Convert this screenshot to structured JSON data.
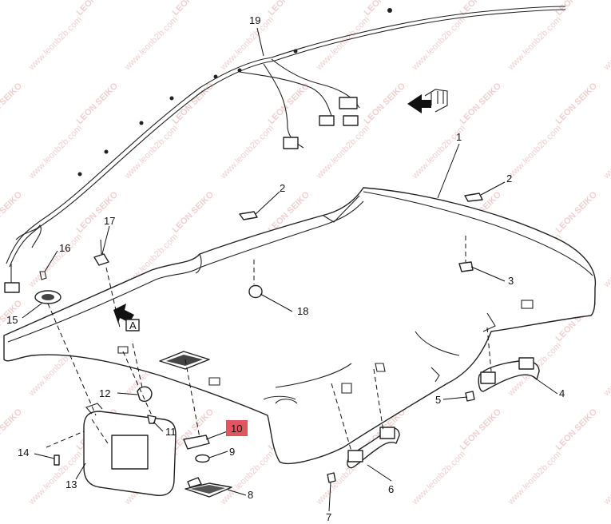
{
  "diagram": {
    "highlight_color": "#e05560",
    "callouts": [
      {
        "id": "c1",
        "text": "1"
      },
      {
        "id": "c2a",
        "text": "2"
      },
      {
        "id": "c2b",
        "text": "2"
      },
      {
        "id": "c3",
        "text": "3"
      },
      {
        "id": "c4",
        "text": "4"
      },
      {
        "id": "c5",
        "text": "5"
      },
      {
        "id": "c6",
        "text": "6"
      },
      {
        "id": "c7",
        "text": "7"
      },
      {
        "id": "c8",
        "text": "8"
      },
      {
        "id": "c9",
        "text": "9"
      },
      {
        "id": "c10",
        "text": "10"
      },
      {
        "id": "c11",
        "text": "11"
      },
      {
        "id": "c12",
        "text": "12"
      },
      {
        "id": "c13",
        "text": "13"
      },
      {
        "id": "c14",
        "text": "14"
      },
      {
        "id": "c15",
        "text": "15"
      },
      {
        "id": "c16",
        "text": "16"
      },
      {
        "id": "c17",
        "text": "17"
      },
      {
        "id": "c18",
        "text": "18"
      },
      {
        "id": "c19",
        "text": "19"
      }
    ],
    "view_arrow_label": "A",
    "watermark": {
      "brand": "LEON SEIKO",
      "url": "www.leonb2b.com"
    }
  }
}
